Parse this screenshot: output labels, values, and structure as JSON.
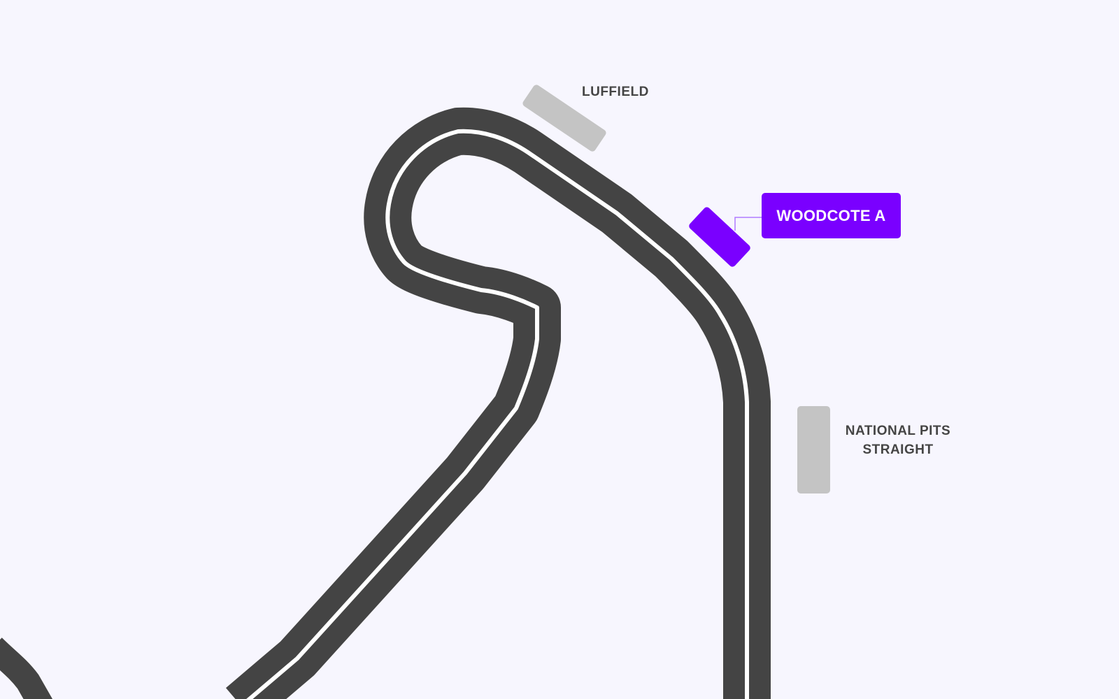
{
  "map": {
    "background": "#f7f6fe",
    "track_color": "#444444",
    "track_centerline_color": "#ffffff",
    "stand_inactive_color": "#c4c4c4",
    "stand_active_color": "#7a00ff"
  },
  "stands": [
    {
      "id": "luffield",
      "label": "LUFFIELD",
      "selected": false
    },
    {
      "id": "woodcote-a",
      "label": "WOODCOTE A",
      "selected": true
    },
    {
      "id": "national-pits-straight",
      "label_line1": "NATIONAL PITS",
      "label_line2": "STRAIGHT",
      "selected": false
    }
  ]
}
